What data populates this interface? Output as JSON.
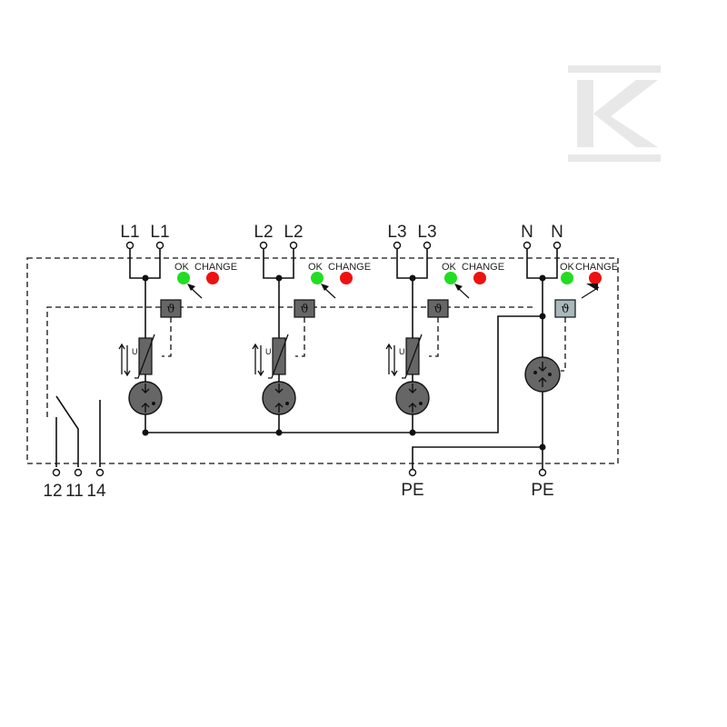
{
  "colors": {
    "ok_led": "#22dd22",
    "change_led": "#ee1111",
    "component_fill": "#666666",
    "logo": "#e6e6e6"
  },
  "logo": {
    "text": "K",
    "icon": "k-logo-icon"
  },
  "channels": [
    {
      "id": "l1",
      "label_a": "L1",
      "label_b": "L1",
      "ok": "OK",
      "change": "CHANGE"
    },
    {
      "id": "l2",
      "label_a": "L2",
      "label_b": "L2",
      "ok": "OK",
      "change": "CHANGE"
    },
    {
      "id": "l3",
      "label_a": "L3",
      "label_b": "L3",
      "ok": "OK",
      "change": "CHANGE"
    },
    {
      "id": "n",
      "label_a": "N",
      "label_b": "N",
      "ok": "OK",
      "change": "CHANGE"
    }
  ],
  "relay_terminals": [
    "12",
    "11",
    "14"
  ],
  "pe_terminals": [
    "PE",
    "PE"
  ],
  "varistor_label": "U",
  "thermal_symbol": "ϑ"
}
